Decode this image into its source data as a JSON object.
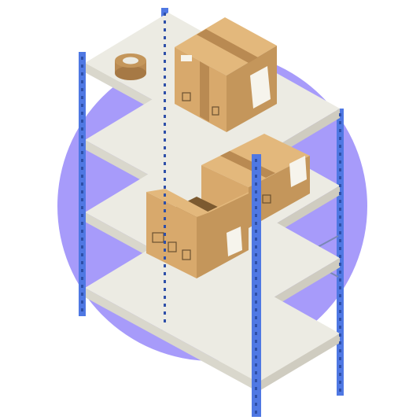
{
  "scene": {
    "subject": "shelf-with-cardboard-boxes",
    "icons": [
      "purple-circle-background",
      "metal-shelving-rack",
      "tape-roll-icon",
      "cardboard-box-icon",
      "open-box-icon",
      "fragile-label-icon"
    ]
  },
  "colors": {
    "background": "#ffffff",
    "circle": "#a79bfa",
    "post": "#4f78e3",
    "post_dark": "#3558bd",
    "shelf_top": "#ecebe3",
    "shelf_edge": "#d9d7cc",
    "box": "#d8a96c",
    "box_dark": "#b98a52",
    "tape": "#c4965b",
    "label": "#f6f4ec"
  }
}
